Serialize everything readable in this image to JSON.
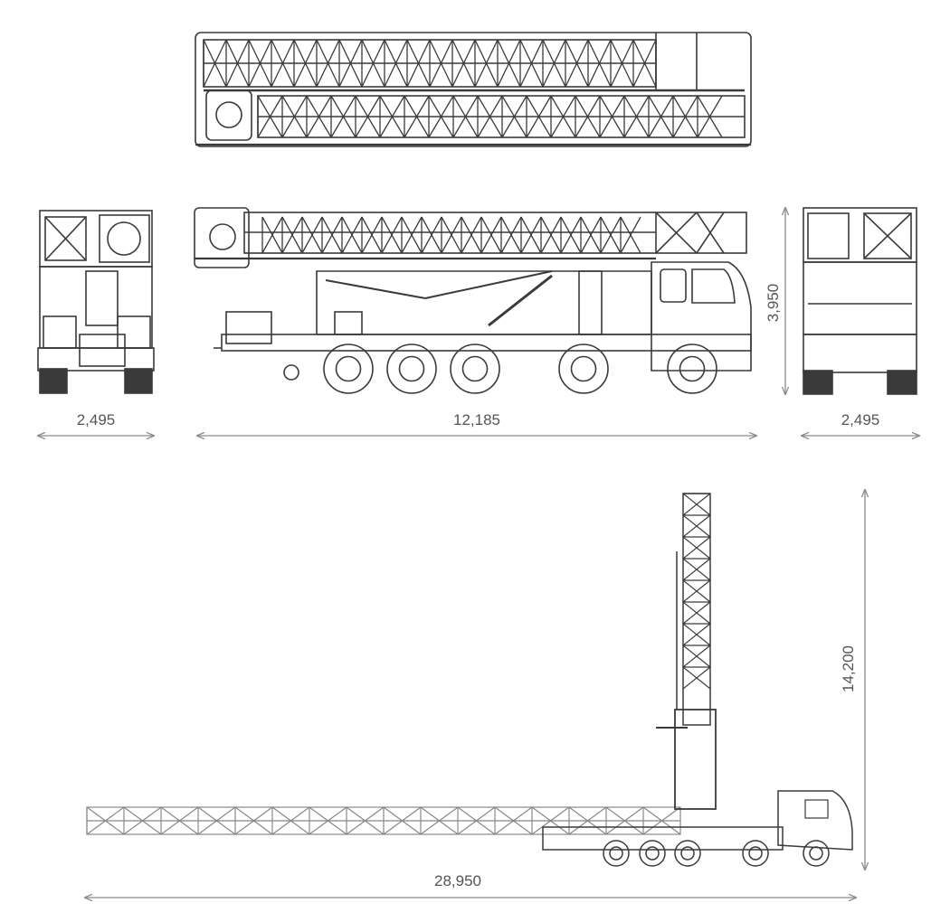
{
  "drawing": {
    "line_color": "#3a3a3a",
    "light_line_color": "#888888",
    "dimension_color": "#8a8a8a",
    "text_color": "#555555"
  },
  "dimensions": {
    "front_view_width": "2,495",
    "side_view_length": "12,185",
    "rear_view_width": "2,495",
    "side_view_height": "3,950",
    "deployed_height": "14,200",
    "deployed_reach": "28,950"
  }
}
